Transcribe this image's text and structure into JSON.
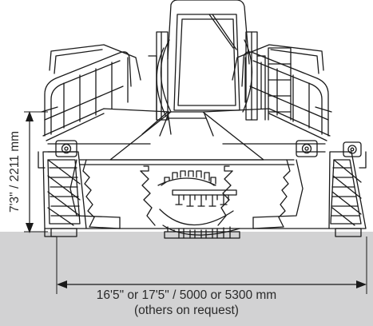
{
  "dimensions": {
    "height": "7'3\" / 2211 mm",
    "width_line1": "16'5\" or 17'5\" / 5000 or 5300 mm",
    "width_line2": "(others on request)"
  },
  "colors": {
    "background": "#ffffff",
    "ground": "#d2d2d3",
    "line": "#1a1a1a",
    "dimension_line": "#1a1a1a",
    "label_text": "#2a2a2a"
  }
}
